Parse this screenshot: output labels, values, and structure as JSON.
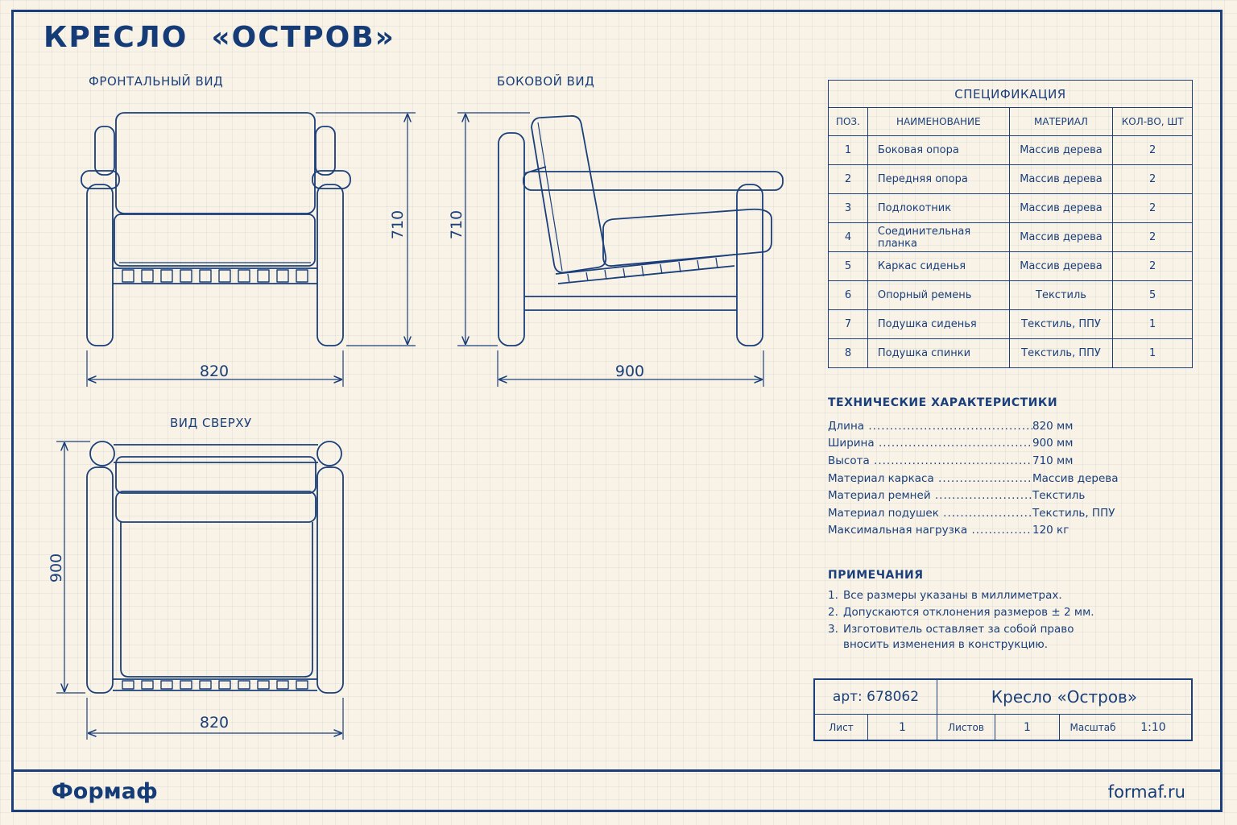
{
  "title": "КРЕСЛО  «ОСТРОВ»",
  "views": {
    "front": "ФРОНТАЛЬНЫЙ ВИД",
    "side": "БОКОВОЙ ВИД",
    "top": "ВИД СВЕРХУ"
  },
  "dimensions": {
    "front_width": "820",
    "front_height": "710",
    "side_height": "710",
    "side_depth": "900",
    "top_depth": "900",
    "top_width": "820"
  },
  "spec": {
    "caption": "СПЕЦИФИКАЦИЯ",
    "headers": [
      "ПОЗ.",
      "НАИМЕНОВАНИЕ",
      "МАТЕРИАЛ",
      "КОЛ-ВО, ШТ"
    ],
    "rows": [
      [
        "1",
        "Боковая опора",
        "Массив дерева",
        "2"
      ],
      [
        "2",
        "Передняя опора",
        "Массив дерева",
        "2"
      ],
      [
        "3",
        "Подлокотник",
        "Массив дерева",
        "2"
      ],
      [
        "4",
        "Соединительная планка",
        "Массив дерева",
        "2"
      ],
      [
        "5",
        "Каркас сиденья",
        "Массив дерева",
        "2"
      ],
      [
        "6",
        "Опорный ремень",
        "Текстиль",
        "5"
      ],
      [
        "7",
        "Подушка сиденья",
        "Текстиль, ППУ",
        "1"
      ],
      [
        "8",
        "Подушка спинки",
        "Текстиль, ППУ",
        "1"
      ]
    ]
  },
  "tech": {
    "heading": "ТЕХНИЧЕСКИЕ ХАРАКТЕРИСТИКИ",
    "rows": [
      [
        "Длина",
        "820 мм"
      ],
      [
        "Ширина",
        "900 мм"
      ],
      [
        "Высота",
        "710 мм"
      ],
      [
        "Материал каркаса",
        "Массив дерева"
      ],
      [
        "Материал ремней",
        "Текстиль"
      ],
      [
        "Материал подушек",
        "Текстиль, ППУ"
      ],
      [
        "Максимальная нагрузка",
        "120 кг"
      ]
    ]
  },
  "notes": {
    "heading": "ПРИМЕЧАНИЯ",
    "items": [
      [
        "1.",
        "Все размеры указаны в миллиметрах."
      ],
      [
        "2.",
        "Допускаются отклонения размеров ± 2 мм."
      ],
      [
        "3.",
        "Изготовитель оставляет за собой право вносить изменения в конструкцию."
      ]
    ]
  },
  "stamp": {
    "article": "арт: 678062",
    "name": "Кресло «Остров»",
    "sheet_label": "Лист",
    "sheet_value": "1",
    "sheets_label": "Листов",
    "sheets_value": "1",
    "scale_label": "Масштаб",
    "scale_value": "1:10"
  },
  "footer": {
    "brand": "Формаф",
    "site": "formaf.ru"
  }
}
